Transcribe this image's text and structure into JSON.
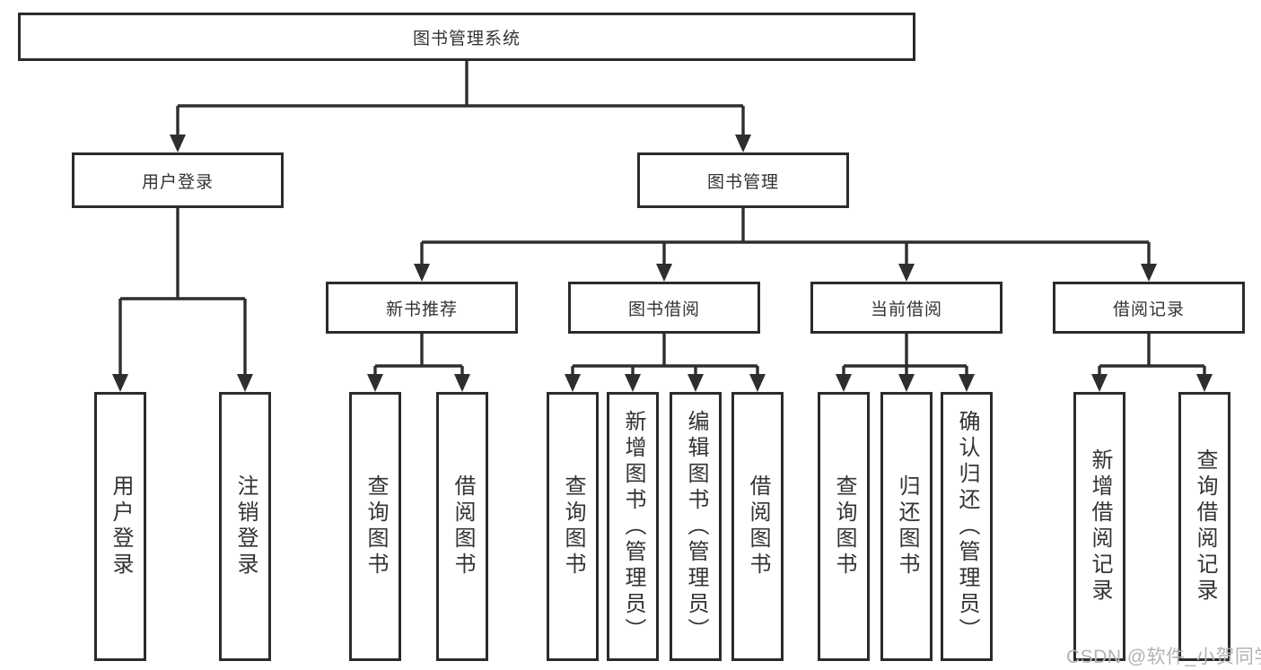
{
  "tree": {
    "root": "图书管理系统",
    "branches": [
      {
        "label": "用户登录",
        "children": [
          "用户登录",
          "注销登录"
        ]
      },
      {
        "label": "图书管理",
        "sections": [
          {
            "label": "新书推荐",
            "children": [
              "查询图书",
              "借阅图书"
            ]
          },
          {
            "label": "图书借阅",
            "children": [
              "查询图书",
              "新增图书（管理员）",
              "编辑图书（管理员）",
              "借阅图书"
            ]
          },
          {
            "label": "当前借阅",
            "children": [
              "查询图书",
              "归还图书",
              "确认归还（管理员）"
            ]
          },
          {
            "label": "借阅记录",
            "children": [
              "新增借阅记录",
              "查询借阅记录"
            ]
          }
        ]
      }
    ]
  },
  "watermark": {
    "text": "CSDN @软件_小贺同学"
  },
  "colors": {
    "line": "#2e2e2e",
    "border": "#2b2b2b",
    "text": "#333333",
    "watermark": "#b3b3b3",
    "background": "#ffffff"
  }
}
